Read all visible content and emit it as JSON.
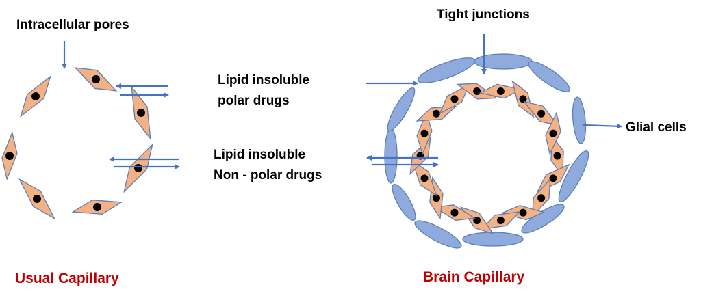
{
  "labels": {
    "intracellular_pores": "Intracellular pores",
    "lipid_polar_line1": "Lipid insoluble",
    "lipid_polar_line2": "polar drugs",
    "lipid_nonpolar_line1": "Lipid insoluble",
    "lipid_nonpolar_line2": "Non - polar drugs",
    "tight_junctions": "Tight junctions",
    "glial_cells": "Glial cells"
  },
  "titles": {
    "usual": "Usual Capillary",
    "brain": "Brain Capillary"
  },
  "colors": {
    "cell_fill": "#F4B183",
    "cell_stroke": "#5B7FB6",
    "nucleus": "#000000",
    "glial_fill": "#8FAADC",
    "glial_stroke": "#5B7FB6",
    "arrow": "#4472C4",
    "title_red": "#C00000"
  }
}
